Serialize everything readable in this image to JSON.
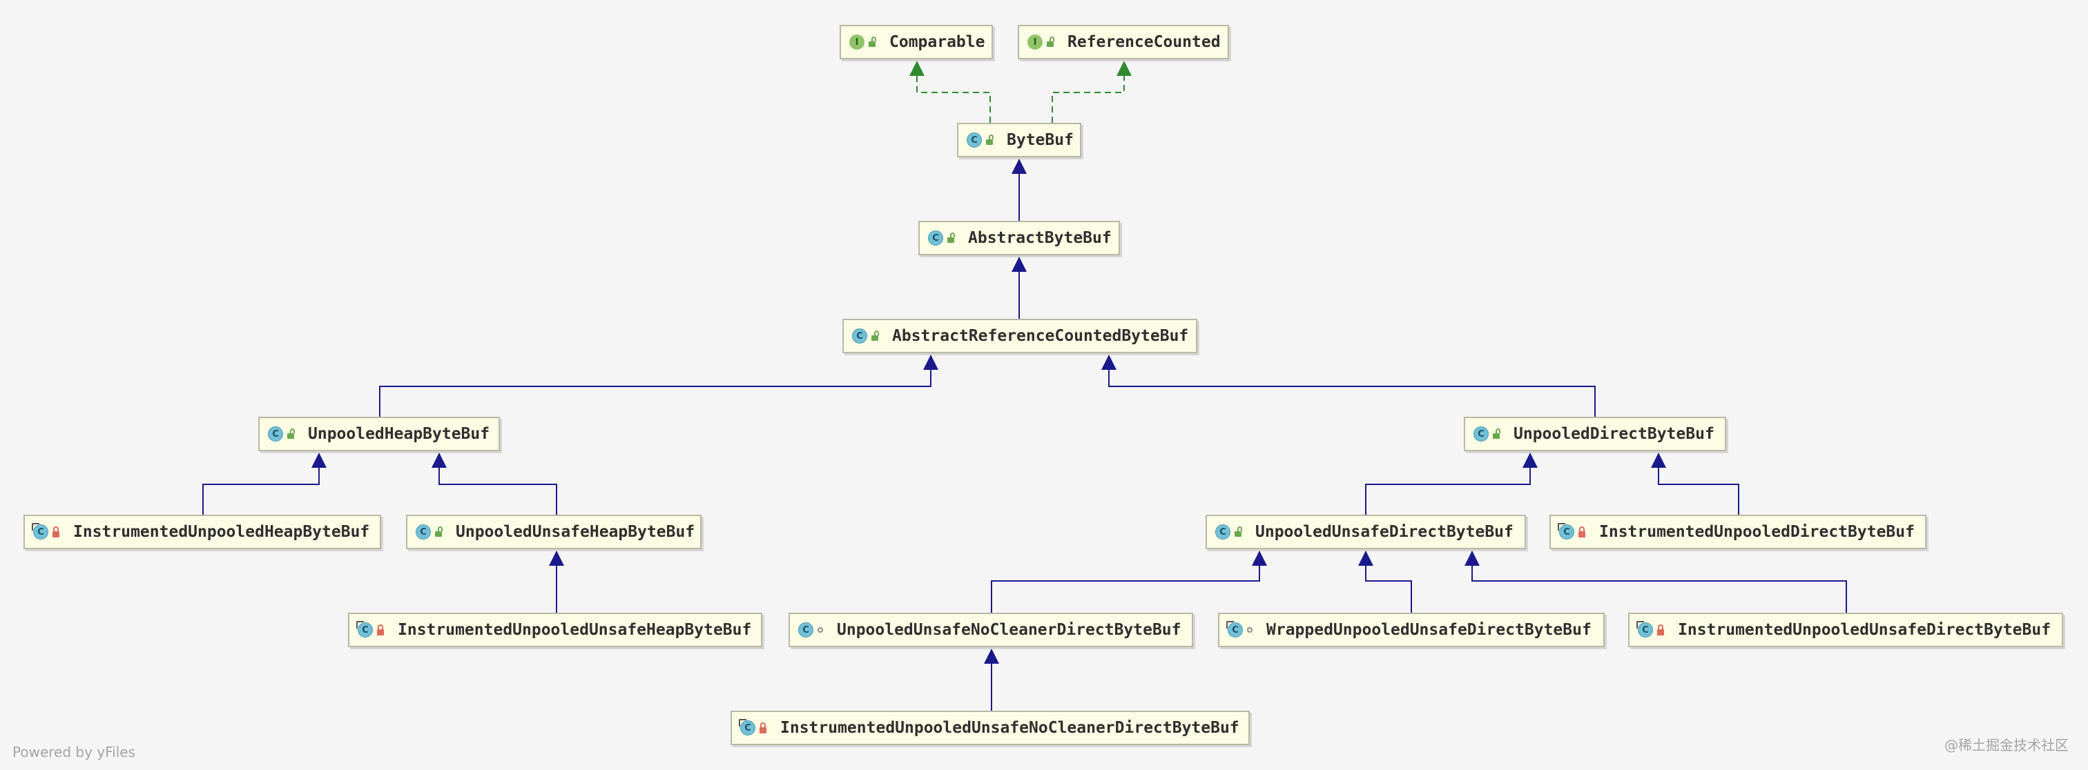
{
  "colors": {
    "inheritance_edge": "#1a1a8c",
    "implements_edge": "#2e8b2e",
    "node_bg": "#fdfde6",
    "node_border": "#b8b8a4",
    "background": "#f5f5f5"
  },
  "nodes": [
    {
      "id": "comparable",
      "label": "Comparable",
      "kind": "interface",
      "visibility": "public"
    },
    {
      "id": "referencecounted",
      "label": "ReferenceCounted",
      "kind": "interface",
      "visibility": "public"
    },
    {
      "id": "bytebuf",
      "label": "ByteBuf",
      "kind": "abstract-class",
      "visibility": "public"
    },
    {
      "id": "abstractbytebuf",
      "label": "AbstractByteBuf",
      "kind": "abstract-class",
      "visibility": "public"
    },
    {
      "id": "abstractreferencecountedbytebuf",
      "label": "AbstractReferenceCountedByteBuf",
      "kind": "abstract-class",
      "visibility": "public"
    },
    {
      "id": "unpooledheapbytebuf",
      "label": "UnpooledHeapByteBuf",
      "kind": "class",
      "visibility": "public"
    },
    {
      "id": "unpooleddirectbytebuf",
      "label": "UnpooledDirectByteBuf",
      "kind": "class",
      "visibility": "public"
    },
    {
      "id": "instrumentedunpooledheapbytebuf",
      "label": "InstrumentedUnpooledHeapByteBuf",
      "kind": "inner-class",
      "visibility": "private"
    },
    {
      "id": "unpooledunsafeheapbytebuf",
      "label": "UnpooledUnsafeHeapByteBuf",
      "kind": "class",
      "visibility": "public"
    },
    {
      "id": "unpooledunsafedirectbytebuf",
      "label": "UnpooledUnsafeDirectByteBuf",
      "kind": "class",
      "visibility": "public"
    },
    {
      "id": "instrumentedunpooleddirectbytebuf",
      "label": "InstrumentedUnpooledDirectByteBuf",
      "kind": "inner-class",
      "visibility": "private"
    },
    {
      "id": "instrumentedunpooledunsafeheapbytebuf",
      "label": "InstrumentedUnpooledUnsafeHeapByteBuf",
      "kind": "inner-class",
      "visibility": "private"
    },
    {
      "id": "unpooledunsafenocleanerdirectbytebuf",
      "label": "UnpooledUnsafeNoCleanerDirectByteBuf",
      "kind": "class",
      "visibility": "package"
    },
    {
      "id": "wrappedunpooledunsafedirectbytebuf",
      "label": "WrappedUnpooledUnsafeDirectByteBuf",
      "kind": "inner-class",
      "visibility": "package"
    },
    {
      "id": "instrumentedunpooledunsafedirectbytebuf",
      "label": "InstrumentedUnpooledUnsafeDirectByteBuf",
      "kind": "inner-class",
      "visibility": "private"
    },
    {
      "id": "instrumentedunpooledunsafenocleanerdirectbytebuf",
      "label": "InstrumentedUnpooledUnsafeNoCleanerDirectByteBuf",
      "kind": "inner-class",
      "visibility": "private"
    }
  ],
  "edges": [
    {
      "from": "bytebuf",
      "to": "comparable",
      "type": "implements"
    },
    {
      "from": "bytebuf",
      "to": "referencecounted",
      "type": "implements"
    },
    {
      "from": "abstractbytebuf",
      "to": "bytebuf",
      "type": "extends"
    },
    {
      "from": "abstractreferencecountedbytebuf",
      "to": "abstractbytebuf",
      "type": "extends"
    },
    {
      "from": "unpooledheapbytebuf",
      "to": "abstractreferencecountedbytebuf",
      "type": "extends"
    },
    {
      "from": "unpooleddirectbytebuf",
      "to": "abstractreferencecountedbytebuf",
      "type": "extends"
    },
    {
      "from": "instrumentedunpooledheapbytebuf",
      "to": "unpooledheapbytebuf",
      "type": "extends"
    },
    {
      "from": "unpooledunsafeheapbytebuf",
      "to": "unpooledheapbytebuf",
      "type": "extends"
    },
    {
      "from": "instrumentedunpooledunsafeheapbytebuf",
      "to": "unpooledunsafeheapbytebuf",
      "type": "extends"
    },
    {
      "from": "unpooledunsafedirectbytebuf",
      "to": "unpooleddirectbytebuf",
      "type": "extends"
    },
    {
      "from": "instrumentedunpooleddirectbytebuf",
      "to": "unpooleddirectbytebuf",
      "type": "extends"
    },
    {
      "from": "unpooledunsafenocleanerdirectbytebuf",
      "to": "unpooledunsafedirectbytebuf",
      "type": "extends"
    },
    {
      "from": "wrappedunpooledunsafedirectbytebuf",
      "to": "unpooledunsafedirectbytebuf",
      "type": "extends"
    },
    {
      "from": "instrumentedunpooledunsafedirectbytebuf",
      "to": "unpooledunsafedirectbytebuf",
      "type": "extends"
    },
    {
      "from": "instrumentedunpooledunsafenocleanerdirectbytebuf",
      "to": "unpooledunsafenocleanerdirectbytebuf",
      "type": "extends"
    }
  ],
  "footer": {
    "powered_by": "Powered by yFiles",
    "watermark": "@稀土掘金技术社区"
  }
}
